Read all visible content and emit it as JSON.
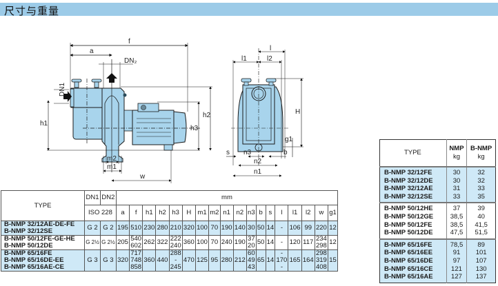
{
  "header": {
    "title": "尺寸与重量"
  },
  "drawing": {
    "side_view_labels": [
      "f",
      "a",
      "DN2",
      "DN1",
      "h1",
      "h2",
      "h3",
      "m2",
      "m1",
      "w"
    ],
    "front_view_labels": [
      "l",
      "l1",
      "l2",
      "H",
      "g1",
      "s",
      "n3",
      "b",
      "n2",
      "n1"
    ],
    "colors": {
      "pump_body": "#a8d4ec",
      "outline": "#1a1a1a"
    }
  },
  "dimensions_table": {
    "type_header": "TYPE",
    "dn1_header": "DN1",
    "dn2_header": "DN2",
    "iso_label": "ISO 228",
    "unit_label": "mm",
    "columns": [
      "a",
      "f",
      "h1",
      "h2",
      "h3",
      "H",
      "m1",
      "m2",
      "n1",
      "n2",
      "n3",
      "b",
      "s",
      "l",
      "l1",
      "l2",
      "w",
      "g1"
    ],
    "rows": [
      {
        "types": [
          "B-NMP 32/12AE-DE-FE",
          "B-NMP 32/12SE"
        ],
        "dn1": "G 2",
        "dn2": "G 2",
        "a": "195",
        "f": "510",
        "h1": "230",
        "h2": "280",
        "h3": "210",
        "H": "320",
        "m1": "100",
        "m2": "70",
        "n1": "190",
        "n2": "140",
        "n3": "30",
        "b": "50",
        "s": "14",
        "l": "-",
        "l1": "106",
        "l2": "99",
        "w": "220",
        "g1": "12"
      },
      {
        "types": [
          "B-NMP 50/12FE-GE-HE",
          "B-NMP 50/12DE"
        ],
        "dn1": "G 2½",
        "dn2": "G 2½",
        "a": "205",
        "f": "540\n602",
        "h1": "262",
        "h2": "322",
        "h3": "222\n240",
        "H": "360",
        "m1": "100",
        "m2": "70",
        "n1": "240",
        "n2": "190",
        "n3": "37\n20",
        "b": "50",
        "s": "14",
        "l": "-",
        "l1": "120",
        "l2": "117",
        "w": "234\n298",
        "g1": "12"
      },
      {
        "types": [
          "B-NMP 65/16FE",
          "B-NMP 65/16DE-EE",
          "B-NMP 65/16AE-CE"
        ],
        "dn1": "G 3",
        "dn2": "G 3",
        "a": "320",
        "f": "717\n748\n858",
        "h1": "360",
        "h2": "440",
        "h3": "288\n-\n245",
        "H": "470",
        "m1": "125",
        "m2": "95",
        "n1": "280",
        "n2": "212",
        "n3": "60\n49\n43",
        "b": "65",
        "s": "14",
        "l": "-\n170\n-",
        "l1": "165",
        "l2": "164",
        "w": "298\n319\n408",
        "g1": "15"
      }
    ]
  },
  "weights_table": {
    "type_header": "TYPE",
    "col1_header": "NMP",
    "col2_header": "B-NMP",
    "unit": "kg",
    "groups": [
      {
        "rows": [
          {
            "type": "B-NMP 32/12FE",
            "nmp": "30",
            "bnmp": "32"
          },
          {
            "type": "B-NMP 32/12DE",
            "nmp": "30",
            "bnmp": "32"
          },
          {
            "type": "B-NMP 32/12AE",
            "nmp": "31",
            "bnmp": "33"
          },
          {
            "type": "B-NMP 32/12SE",
            "nmp": "33",
            "bnmp": "35"
          }
        ]
      },
      {
        "rows": [
          {
            "type": "B-NMP 50/12HE",
            "nmp": "37",
            "bnmp": "39"
          },
          {
            "type": "B-NMP 50/12GE",
            "nmp": "38,5",
            "bnmp": "40"
          },
          {
            "type": "B-NMP 50/12FE",
            "nmp": "38,5",
            "bnmp": "41,5"
          },
          {
            "type": "B-NMP 50/12DE",
            "nmp": "47,5",
            "bnmp": "51,5"
          }
        ]
      },
      {
        "rows": [
          {
            "type": "B-NMP 65/16FE",
            "nmp": "78,5",
            "bnmp": "89"
          },
          {
            "type": "B-NMP 65/16EE",
            "nmp": "91",
            "bnmp": "101"
          },
          {
            "type": "B-NMP 65/16DE",
            "nmp": "97",
            "bnmp": "107"
          },
          {
            "type": "B-NMP 65/16CE",
            "nmp": "121",
            "bnmp": "130"
          },
          {
            "type": "B-NMP 65/16AE",
            "nmp": "127",
            "bnmp": "137"
          }
        ]
      }
    ]
  }
}
